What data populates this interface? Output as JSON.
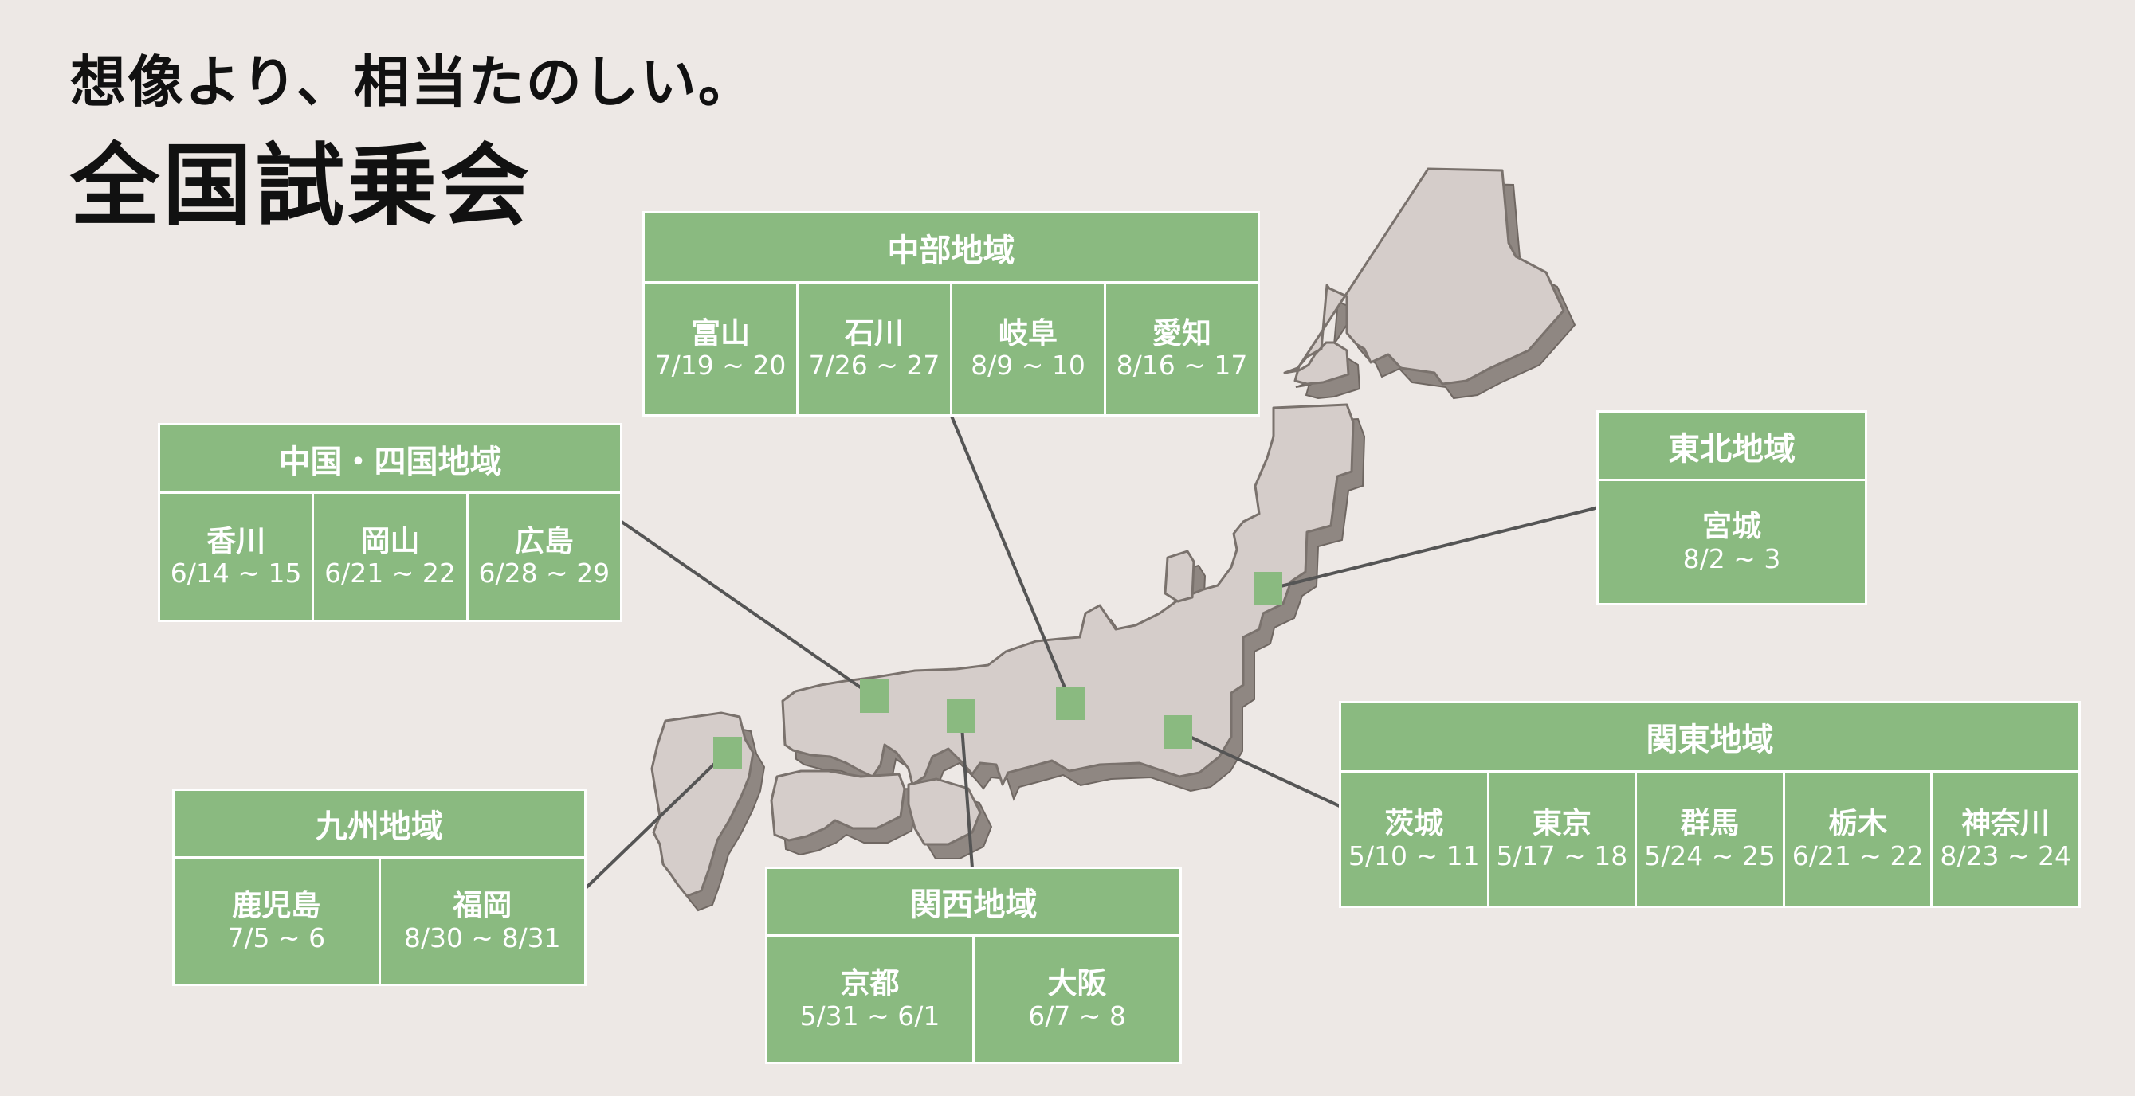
{
  "header": {
    "tagline": "想像より、相当たのしい。",
    "title": "全国試乗会"
  },
  "colors": {
    "background": "#ede8e5",
    "accent_green": "#8aba80",
    "land_top": "#d5cdca",
    "land_side": "#8f8782",
    "land_outline": "#6f6762"
  },
  "regions": [
    {
      "id": "chubu",
      "name": "中部地域",
      "events": [
        {
          "prefecture": "富山",
          "dates": "7/19 ~ 20"
        },
        {
          "prefecture": "石川",
          "dates": "7/26 ~ 27"
        },
        {
          "prefecture": "岐阜",
          "dates": "8/9 ~ 10"
        },
        {
          "prefecture": "愛知",
          "dates": "8/16 ~ 17"
        }
      ]
    },
    {
      "id": "chugoku_shikoku",
      "name": "中国・四国地域",
      "events": [
        {
          "prefecture": "香川",
          "dates": "6/14 ~ 15"
        },
        {
          "prefecture": "岡山",
          "dates": "6/21 ~ 22"
        },
        {
          "prefecture": "広島",
          "dates": "6/28 ~ 29"
        }
      ]
    },
    {
      "id": "tohoku",
      "name": "東北地域",
      "events": [
        {
          "prefecture": "宮城",
          "dates": "8/2 ~ 3"
        }
      ]
    },
    {
      "id": "kanto",
      "name": "関東地域",
      "events": [
        {
          "prefecture": "茨城",
          "dates": "5/10 ~ 11"
        },
        {
          "prefecture": "東京",
          "dates": "5/17 ~ 18"
        },
        {
          "prefecture": "群馬",
          "dates": "5/24 ~ 25"
        },
        {
          "prefecture": "栃木",
          "dates": "6/21 ~ 22"
        },
        {
          "prefecture": "神奈川",
          "dates": "8/23 ~ 24"
        }
      ]
    },
    {
      "id": "kyushu",
      "name": "九州地域",
      "events": [
        {
          "prefecture": "鹿児島",
          "dates": "7/5 ~ 6"
        },
        {
          "prefecture": "福岡",
          "dates": "8/30 ~ 8/31"
        }
      ]
    },
    {
      "id": "kansai",
      "name": "関西地域",
      "events": [
        {
          "prefecture": "京都",
          "dates": "5/31 ~ 6/1"
        },
        {
          "prefecture": "大阪",
          "dates": "6/7 ~ 8"
        }
      ]
    }
  ]
}
